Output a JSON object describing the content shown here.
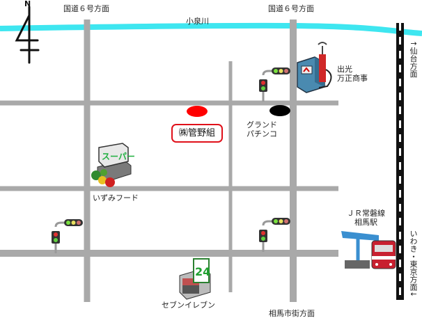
{
  "labels": {
    "north": "N",
    "route6_left": "国道６号方面",
    "route6_right": "国道６号方面",
    "river": "小泉川",
    "company": "㈱管野組",
    "pachinko": "グランド\nパチンコ",
    "gas_station": "出光\n万正商事",
    "supermarket": "いずみフード",
    "seven_eleven": "セブンイレブン",
    "station": "ＪＲ常磐線\n相馬駅",
    "city_street": "相馬市街方面",
    "sendai": "↑仙台方面",
    "iwaki_tokyo": "いわき・東京方面↓"
  },
  "icons": {
    "supermarket_sign": "スーパー",
    "convenience_sign": "24"
  },
  "colors": {
    "road": "#a9a9a9",
    "river": "#3ee6f0",
    "company_marker": "#ff0000",
    "pachinko_marker": "#000000",
    "railway": "#111111"
  }
}
